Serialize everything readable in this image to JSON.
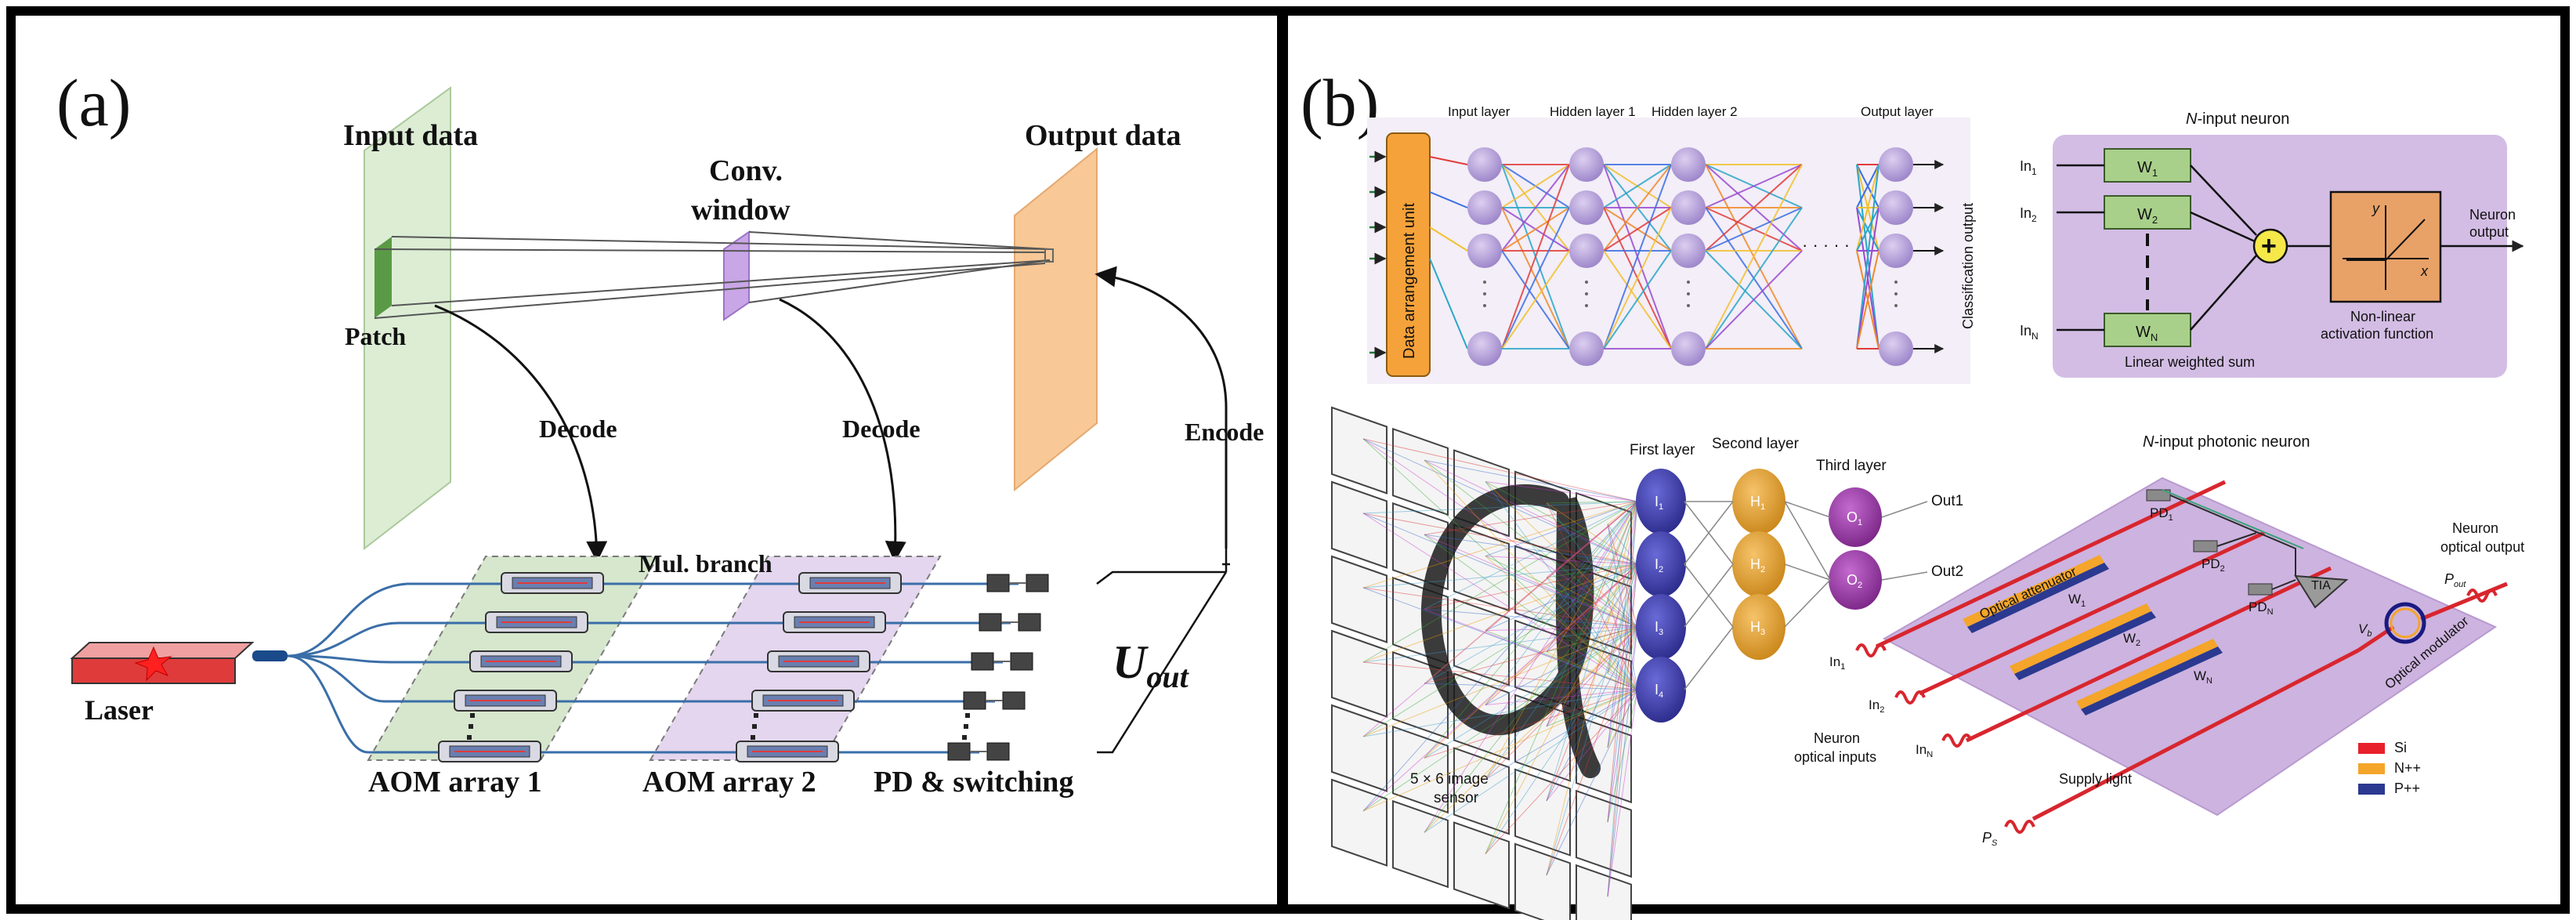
{
  "panel_a": {
    "label": "(a)",
    "input_data": "Input data",
    "conv_window_line1": "Conv.",
    "conv_window_line2": "window",
    "output_data": "Output data",
    "patch": "Patch",
    "decode_1": "Decode",
    "decode_2": "Decode",
    "encode": "Encode",
    "mul_branch": "Mul. branch",
    "laser": "Laser",
    "u_out_main": "U",
    "u_out_sub": "out",
    "aom_array_1": "AOM array 1",
    "aom_array_2": "AOM array 2",
    "pd_switching": "PD & switching"
  },
  "panel_b": {
    "label": "(b)",
    "ann": {
      "data_arrangement_unit": "Data arrangement unit",
      "input_layer": "Input layer",
      "hidden_layer_1": "Hidden layer 1",
      "hidden_layer_2": "Hidden layer 2",
      "output_layer": "Output layer",
      "classification_output": "Classification output"
    },
    "neuron": {
      "title_italic": "N",
      "title_rest": "-input neuron",
      "in1": "In",
      "in1_sub": "1",
      "in2": "In",
      "in2_sub": "2",
      "inN": "In",
      "inN_sub": "N",
      "w1": "W",
      "w1_sub": "1",
      "w2": "W",
      "w2_sub": "2",
      "wN": "W",
      "wN_sub": "N",
      "sum_symbol": "+",
      "linear_weighted_sum": "Linear weighted sum",
      "axis_y": "y",
      "axis_x": "x",
      "activation_line1": "Non-linear",
      "activation_line2": "activation function",
      "neuron_output_line1": "Neuron",
      "neuron_output_line2": "output"
    },
    "photonic": {
      "first_layer": "First layer",
      "second_layer": "Second layer",
      "third_layer": "Third layer",
      "out1": "Out1",
      "out2": "Out2",
      "i1": "I",
      "i1_sub": "1",
      "i2": "I",
      "i2_sub": "2",
      "i3": "I",
      "i3_sub": "3",
      "i4": "I",
      "i4_sub": "4",
      "h1": "H",
      "h1_sub": "1",
      "h2": "H",
      "h2_sub": "2",
      "h3": "H",
      "h3_sub": "3",
      "o1": "O",
      "o1_sub": "1",
      "o2": "O",
      "o2_sub": "2",
      "sensor_line1": "5 × 6 image",
      "sensor_line2": "sensor",
      "photonic_title_italic": "N",
      "photonic_title_rest": "-input photonic neuron",
      "optical_attenuator": "Optical attenuator",
      "pd1": "PD",
      "pd1_sub": "1",
      "pd2": "PD",
      "pd2_sub": "2",
      "pdN": "PD",
      "pdN_sub": "N",
      "tia": "TIA",
      "vb": "V",
      "vb_sub": "b",
      "w1": "W",
      "w1_sub": "1",
      "w2": "W",
      "w2_sub": "2",
      "wN": "W",
      "wN_sub": "N",
      "in1": "In",
      "in1_sub": "1",
      "in2": "In",
      "in2_sub": "2",
      "inN": "In",
      "inN_sub": "N",
      "neuron_optical_inputs_line1": "Neuron",
      "neuron_optical_inputs_line2": "optical inputs",
      "supply_light": "Supply light",
      "ps": "P",
      "ps_sub": "S",
      "pout": "P",
      "pout_sub": "out",
      "neuron_optical_output_line1": "Neuron",
      "neuron_optical_output_line2": "optical output",
      "optical_modulator": "Optical modulator",
      "legend": [
        {
          "label": "Si",
          "color": "#e8202a"
        },
        {
          "label": "N++",
          "color": "#f4a52a"
        },
        {
          "label": "P++",
          "color": "#2b3990"
        }
      ]
    }
  }
}
